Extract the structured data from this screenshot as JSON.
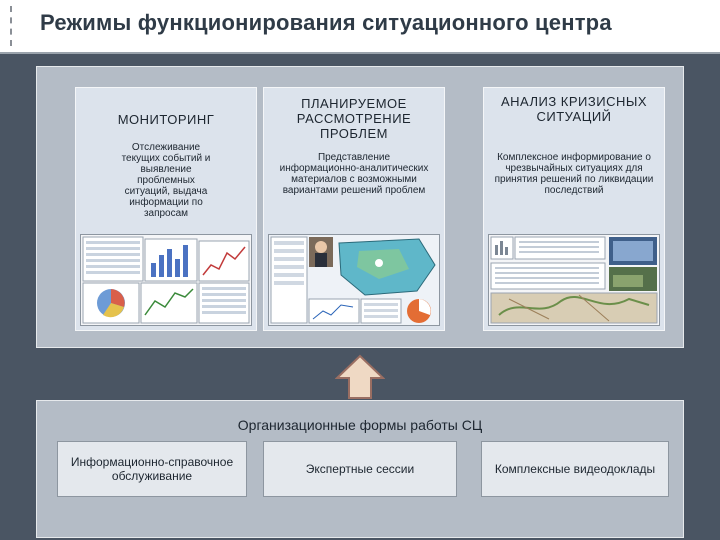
{
  "title": "Режимы функционирования ситуационного центра",
  "modes": [
    {
      "title": "МОНИТОРИНГ",
      "description": "Отслеживание текущих событий и выявление проблемных ситуаций, выдача информации по запросам"
    },
    {
      "title": "ПЛАНИРУЕМОЕ РАССМОТРЕНИЕ ПРОБЛЕМ",
      "description": "Представление информационно-аналитических материалов с возможными вариантами решений проблем"
    },
    {
      "title": "АНАЛИЗ КРИЗИСНЫХ СИТУАЦИЙ",
      "description": "Комплексное информирование о чрезвычайных ситуациях для принятия решений по ликвидации последствий"
    }
  ],
  "organizational_forms": {
    "title": "Организационные формы работы СЦ",
    "items": [
      "Информационно-справочное обслуживание",
      "Экспертные сессии",
      "Комплексные видеодоклады"
    ]
  },
  "colors": {
    "background": "#4a5563",
    "panel": "#b4bcc6",
    "card": "#dce3ec",
    "arrow_fill": "#efd9c4",
    "arrow_stroke": "#9a6e62"
  }
}
